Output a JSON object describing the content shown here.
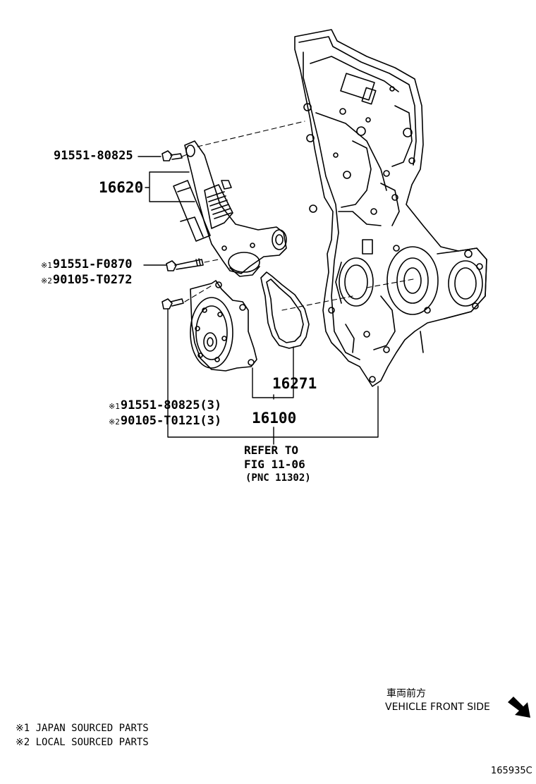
{
  "callouts": {
    "bolt_top": "91551-80825",
    "tensioner": "16620",
    "bolt_mid_1_mark": "※1",
    "bolt_mid_1": "91551-F0870",
    "bolt_mid_2_mark": "※2",
    "bolt_mid_2": "90105-T0272",
    "gasket": "16271",
    "bolt_low_1_mark": "※1",
    "bolt_low_1": "91551-80825(3)",
    "bolt_low_2_mark": "※2",
    "bolt_low_2": "90105-T0121(3)",
    "pump": "16100"
  },
  "refer": {
    "line1": "REFER TO",
    "line2": "FIG 11-06",
    "line3": "(PNC 11302)"
  },
  "direction": {
    "japanese": "車両前方",
    "english": "VEHICLE FRONT SIDE"
  },
  "legend": {
    "note1": "※1 JAPAN SOURCED PARTS",
    "note2": "※2 LOCAL SOURCED PARTS"
  },
  "figure_id": "165935C"
}
